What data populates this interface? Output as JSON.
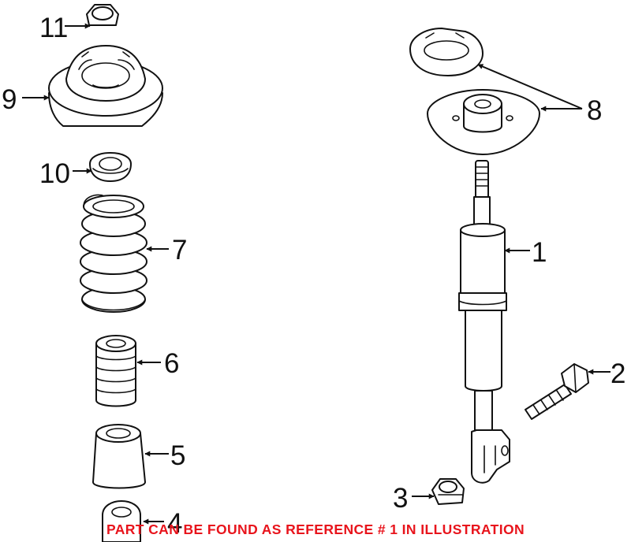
{
  "diagram": {
    "callouts": {
      "c1": "1",
      "c2": "2",
      "c3": "3",
      "c4": "4",
      "c5": "5",
      "c6": "6",
      "c7": "7",
      "c8": "8",
      "c9": "9",
      "c10": "10",
      "c11": "11"
    },
    "footer_note": "PART CAN BE FOUND AS REFERENCE # 1 IN ILLUSTRATION",
    "colors": {
      "line": "#111111",
      "note": "#e8141c",
      "background": "#ffffff"
    }
  }
}
